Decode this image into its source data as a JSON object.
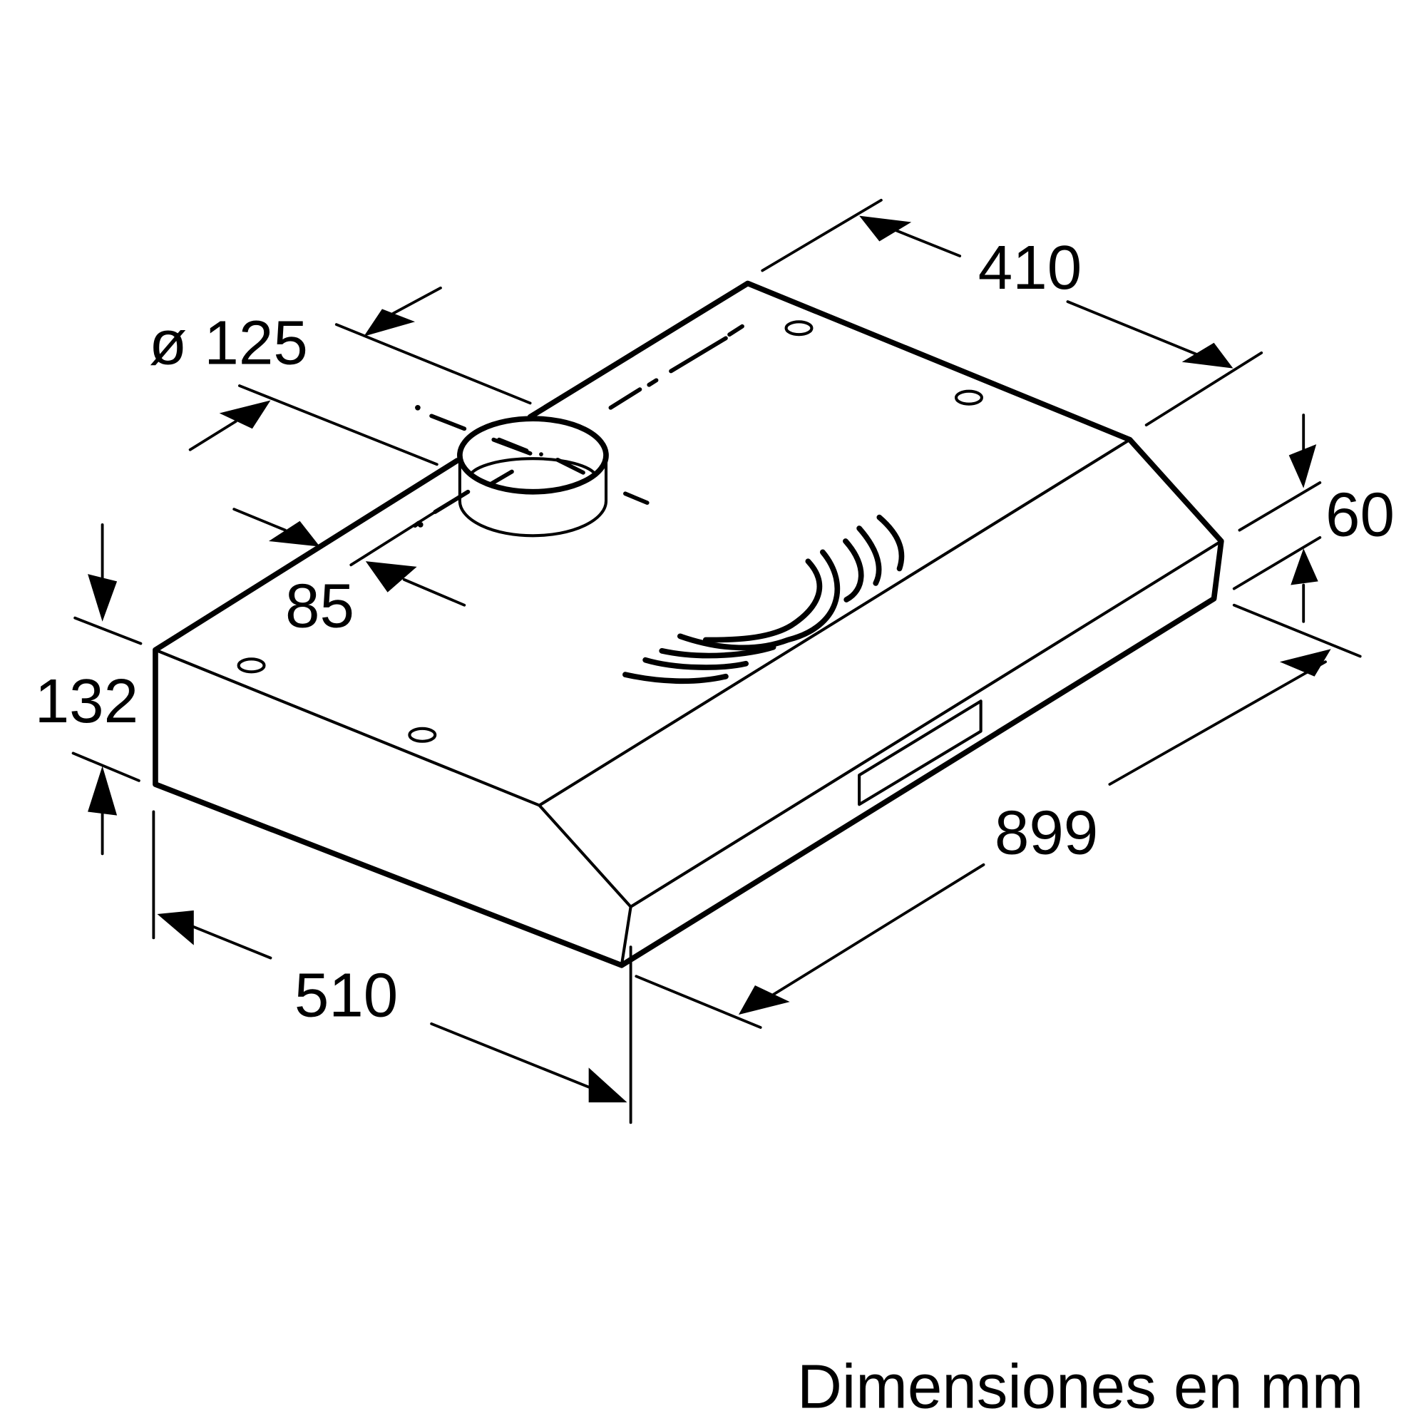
{
  "diagram": {
    "subject": "Extractor hood dimensional drawing",
    "caption": "Dimensiones en mm",
    "dimensions": {
      "duct_diameter": "ø 125",
      "depth_top": "410",
      "front_height": "60",
      "width": "899",
      "depth_bottom": "510",
      "height": "132",
      "duct_offset": "85"
    },
    "colors": {
      "line": "#000000",
      "background": "#ffffff"
    }
  }
}
